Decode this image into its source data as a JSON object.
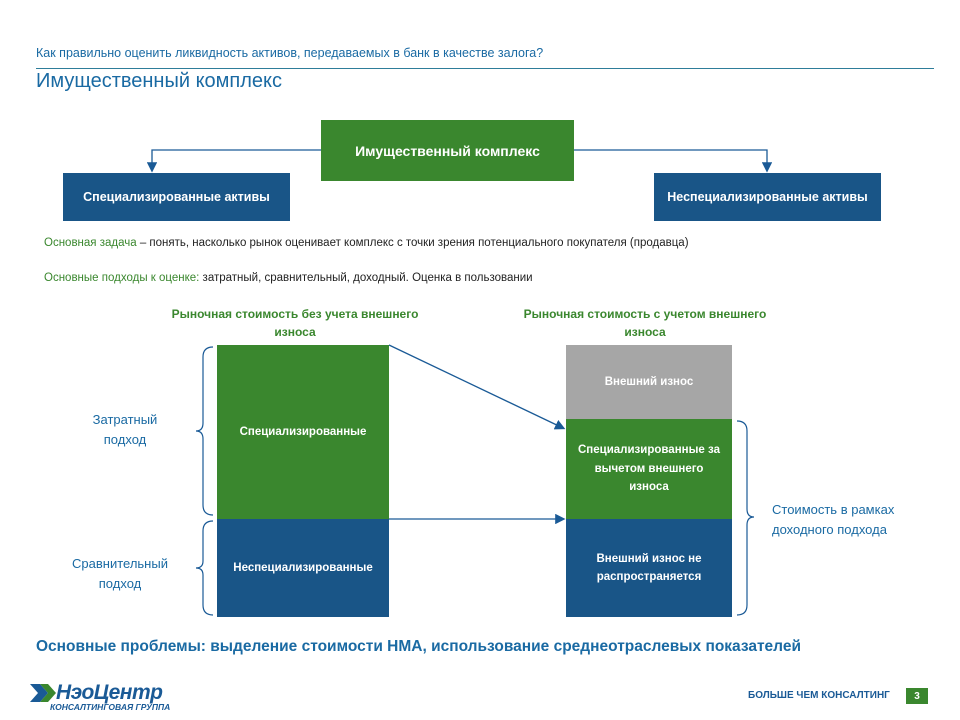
{
  "header": {
    "subtitle": "Как правильно оценить ликвидность активов, передаваемых в банк в качестве залога?",
    "title": "Имущественный комплекс"
  },
  "hierarchy": {
    "top": "Имущественный комплекс",
    "left": "Специализированные активы",
    "right": "Неспециализированные активы"
  },
  "notes": {
    "task_label": "Основная задача",
    "task_text": " – понять, насколько рынок оценивает комплекс с точки зрения потенциального покупателя (продавца)",
    "approaches_label": "Основные подходы к оценке:",
    "approaches_text": " затратный, сравнительный, доходный. Оценка в пользовании"
  },
  "columns": {
    "left_header": "Рыночная стоимость без учета внешнего износа",
    "right_header": "Рыночная стоимость с учетом внешнего износа",
    "left_bars": {
      "specialized": "Специализированные",
      "nonspecialized": "Неспециализированные"
    },
    "right_bars": {
      "external_wear": "Внешний износ",
      "specialized_net": "Специализированные за вычетом внешнего износа",
      "no_external": "Внешний износ не распространяется"
    }
  },
  "side_labels": {
    "cost": "Затратный подход",
    "comparative": "Сравнительный подход",
    "income": "Стоимость в рамках доходного подхода"
  },
  "bottom_line": "Основные проблемы: выделение стоимости НМА, использование среднеотраслевых показателей",
  "footer": {
    "logo_name": "НэоЦентр",
    "logo_sub": "КОНСАЛТИНГОВАЯ ГРУППА",
    "tagline": "БОЛЬШЕ ЧЕМ КОНСАЛТИНГ",
    "page_number": "3"
  },
  "colors": {
    "green": "#3a872e",
    "blue": "#195587",
    "grey": "#a6a6a6",
    "heading_blue": "#1a6aa3"
  }
}
